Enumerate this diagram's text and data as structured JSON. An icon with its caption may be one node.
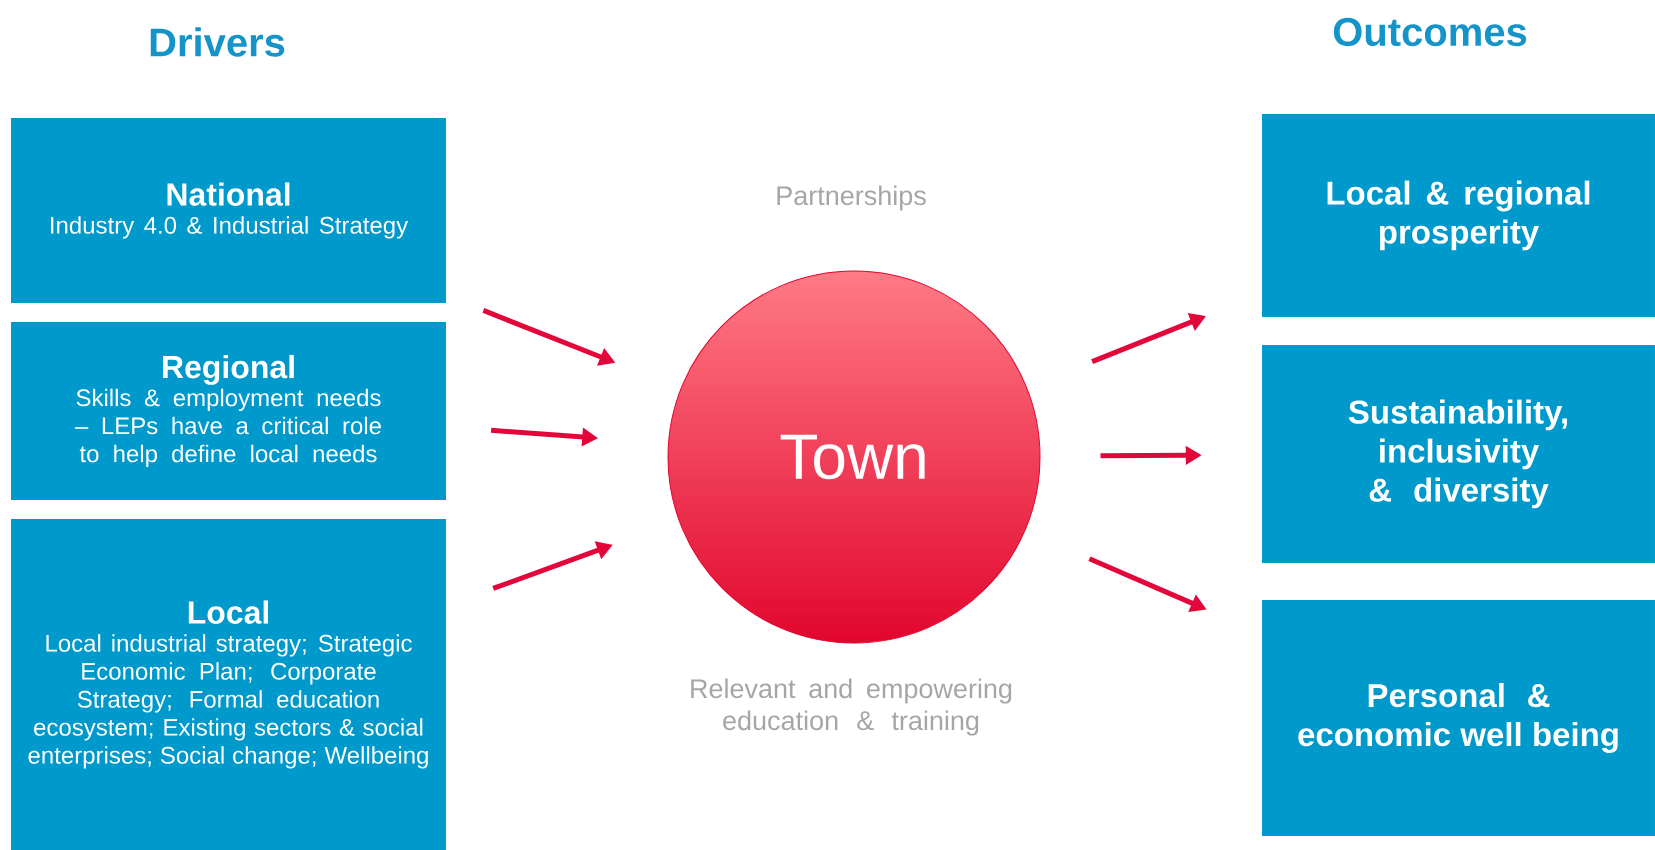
{
  "diagram": {
    "nodes": [
      {
        "text": [
          "National",
          "Industry 4.0 & Industrial Strategy"
        ]
      },
      {
        "text": [
          "Regional",
          "Skills & employment needs – LEPs have a critical role to help define local needs"
        ]
      },
      {
        "text": [
          "Local",
          "Local industrial strategy; Strategic Economic Plan; Corporate Strategy;  Formal education ecosystem; Existing sectors & social enterprises; Social change; Wellbeing"
        ]
      },
      {
        "text": [
          "Town"
        ]
      },
      {
        "text": [
          "Local & regional prosperity"
        ]
      },
      {
        "text": [
          "Sustainability, inclusivity & diversity"
        ]
      },
      {
        "text": [
          "Personal & economic well being"
        ]
      }
    ],
    "edges": [
      {
        "from": 0,
        "to": 3,
        "arrow": "to"
      },
      {
        "from": 1,
        "to": 3,
        "arrow": "to"
      },
      {
        "from": 2,
        "to": 3,
        "arrow": "to"
      },
      {
        "from": 3,
        "to": 4,
        "arrow": "to"
      },
      {
        "from": 3,
        "to": 5,
        "arrow": "to"
      },
      {
        "from": 3,
        "to": 6,
        "arrow": "to"
      }
    ],
    "labels": [
      "Drivers",
      "Outcomes",
      "Partnerships",
      "Relevant and empowering education & training"
    ]
  }
}
